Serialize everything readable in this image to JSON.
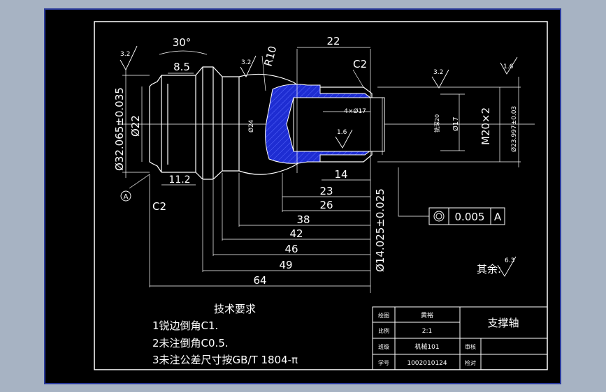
{
  "colors": {
    "desktop": "#a7b3c3",
    "paper": "#000000",
    "line": "#ffffff",
    "hatch": "#1e2dd2",
    "frame_outer": "#2a3a9a"
  },
  "dims": {
    "angle": "30°",
    "width_85": "8.5",
    "radius": "R10",
    "c2_top": "C2",
    "dia_32": "Ø32.065±0.035",
    "dia_22": "Ø22",
    "dia_24": "Ø24",
    "w_112": "11.2",
    "c2_bottom": "C2",
    "datum": "A",
    "top_22": "22",
    "holes": "4×Ø17",
    "thread_len": "铣深20",
    "dia_17": "Ø17",
    "thread": "M20×2",
    "dia_23": "Ø23.997±0.03",
    "d14": "14",
    "d23": "23",
    "d26": "26",
    "d38": "38",
    "d42": "42",
    "d46": "46",
    "d49": "49",
    "d64": "64",
    "dia_14": "Ø14.025±0.025",
    "rough_32a": "3.2",
    "rough_32b": "3.2",
    "rough_32c": "3.2",
    "rough_16a": "1.6",
    "rough_16b": "1.6",
    "tol_value": "0.005",
    "tol_datum": "A",
    "rest_label": "其余:",
    "rest_value": "6.3"
  },
  "notes": {
    "title": "技术要求",
    "line1": "1锐边倒角C1.",
    "line2": "2未注倒角C0.5.",
    "line3": "3未注公差尺寸按GB/T 1804-π"
  },
  "titleblock": {
    "r1_label": "绘图",
    "r1_value": "黄裕",
    "r2_label": "比例",
    "r2_value": "2:1",
    "r3_label": "班级",
    "r3_value": "机械101",
    "r4_label": "学号",
    "r4_value": "1002010124",
    "part_name": "支撑轴",
    "review": "审核",
    "check": "检对"
  }
}
